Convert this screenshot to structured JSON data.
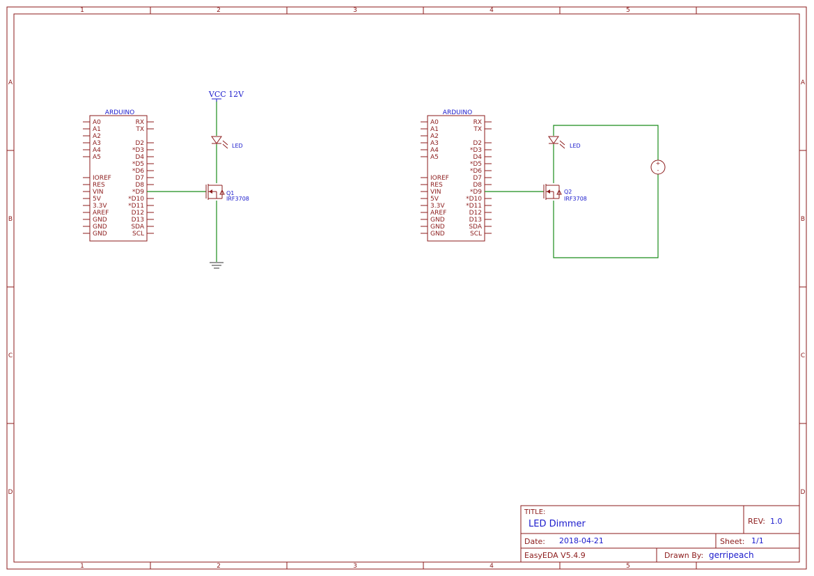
{
  "border": {
    "columns": [
      "1",
      "2",
      "3",
      "4",
      "5"
    ],
    "rows": [
      "A",
      "B",
      "C",
      "D"
    ]
  },
  "arduino_pins_left": [
    "A0",
    "A1",
    "A2",
    "A3",
    "A4",
    "A5",
    "",
    "",
    "IOREF",
    "RES",
    "VIN",
    "5V",
    "3.3V",
    "AREF",
    "GND",
    "GND",
    "GND"
  ],
  "arduino_pins_right": [
    "RX",
    "TX",
    "",
    "D2",
    "*D3",
    "D4",
    "*D5",
    "*D6",
    "D7",
    "D8",
    "*D9",
    "*D10",
    "*D11",
    "D12",
    "D13",
    "SDA",
    "SCL"
  ],
  "circuit1": {
    "arduino_name": "ARDUINO",
    "vcc_label": "VCC 12V",
    "led_label": "LED",
    "mosfet_designator": "Q1",
    "mosfet_part": "IRF3708"
  },
  "circuit2": {
    "arduino_name": "ARDUINO",
    "led_label": "LED",
    "mosfet_designator": "Q2",
    "mosfet_part": "IRF3708",
    "source_plus": "+",
    "source_minus": "-"
  },
  "title_block": {
    "title_label": "TITLE:",
    "title": "LED Dimmer",
    "rev_label": "REV:",
    "rev": "1.0",
    "date_label": "Date:",
    "date": "2018-04-21",
    "sheet_label": "Sheet:",
    "sheet": "1/1",
    "tool": "EasyEDA V5.4.9",
    "drawn_by_label": "Drawn By:",
    "drawn_by": "gerripeach"
  }
}
